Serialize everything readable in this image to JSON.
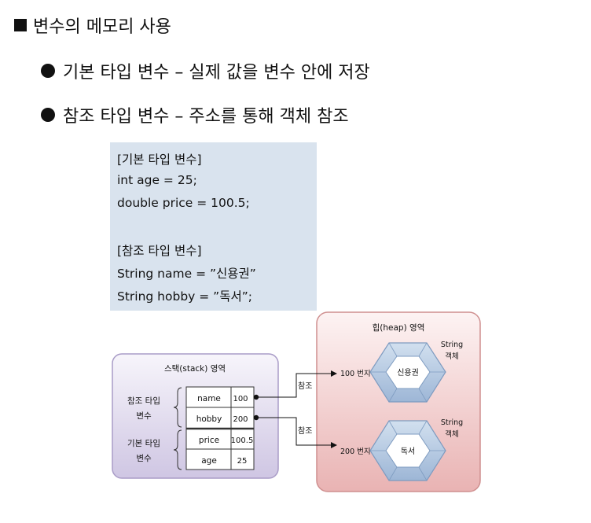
{
  "heading": "변수의 메모리 사용",
  "bullets": [
    "기본 타입 변수 – 실제 값을 변수 안에 저장",
    "참조 타입 변수 – 주소를 통해 객체 참조"
  ],
  "code_box": {
    "lines": [
      "[기본 타입 변수]",
      "int age = 25;",
      "double price = 100.5;",
      "",
      "[참조 타입 변수]",
      "String name = ”신용권”",
      "String hobby = ”독서”;"
    ]
  },
  "stack": {
    "title": "스택(stack) 영역",
    "groups": [
      {
        "line1": "참조 타입",
        "line2": "변수"
      },
      {
        "line1": "기본 타입",
        "line2": "변수"
      }
    ],
    "rows": [
      {
        "name": "name",
        "value": "100"
      },
      {
        "name": "hobby",
        "value": "200"
      },
      {
        "name": "price",
        "value": "100.5"
      },
      {
        "name": "age",
        "value": "25"
      }
    ]
  },
  "heap": {
    "title": "힙(heap) 영역",
    "objects": [
      {
        "address": "100 번지",
        "content": "신용권",
        "type_line1": "String",
        "type_line2": "객체"
      },
      {
        "address": "200 번지",
        "content": "독서",
        "type_line1": "String",
        "type_line2": "객체"
      }
    ]
  },
  "arrow_label": "참조",
  "colors": {
    "code_bg": "#d9e3ee",
    "stack_bg": "#e3deef",
    "stack_border": "#a99cc7",
    "heap_bg": "#f1cfcf",
    "heap_border": "#cf8f8f",
    "hex_fill": "#a8c0dc",
    "hex_stroke": "#7e9bc0"
  }
}
